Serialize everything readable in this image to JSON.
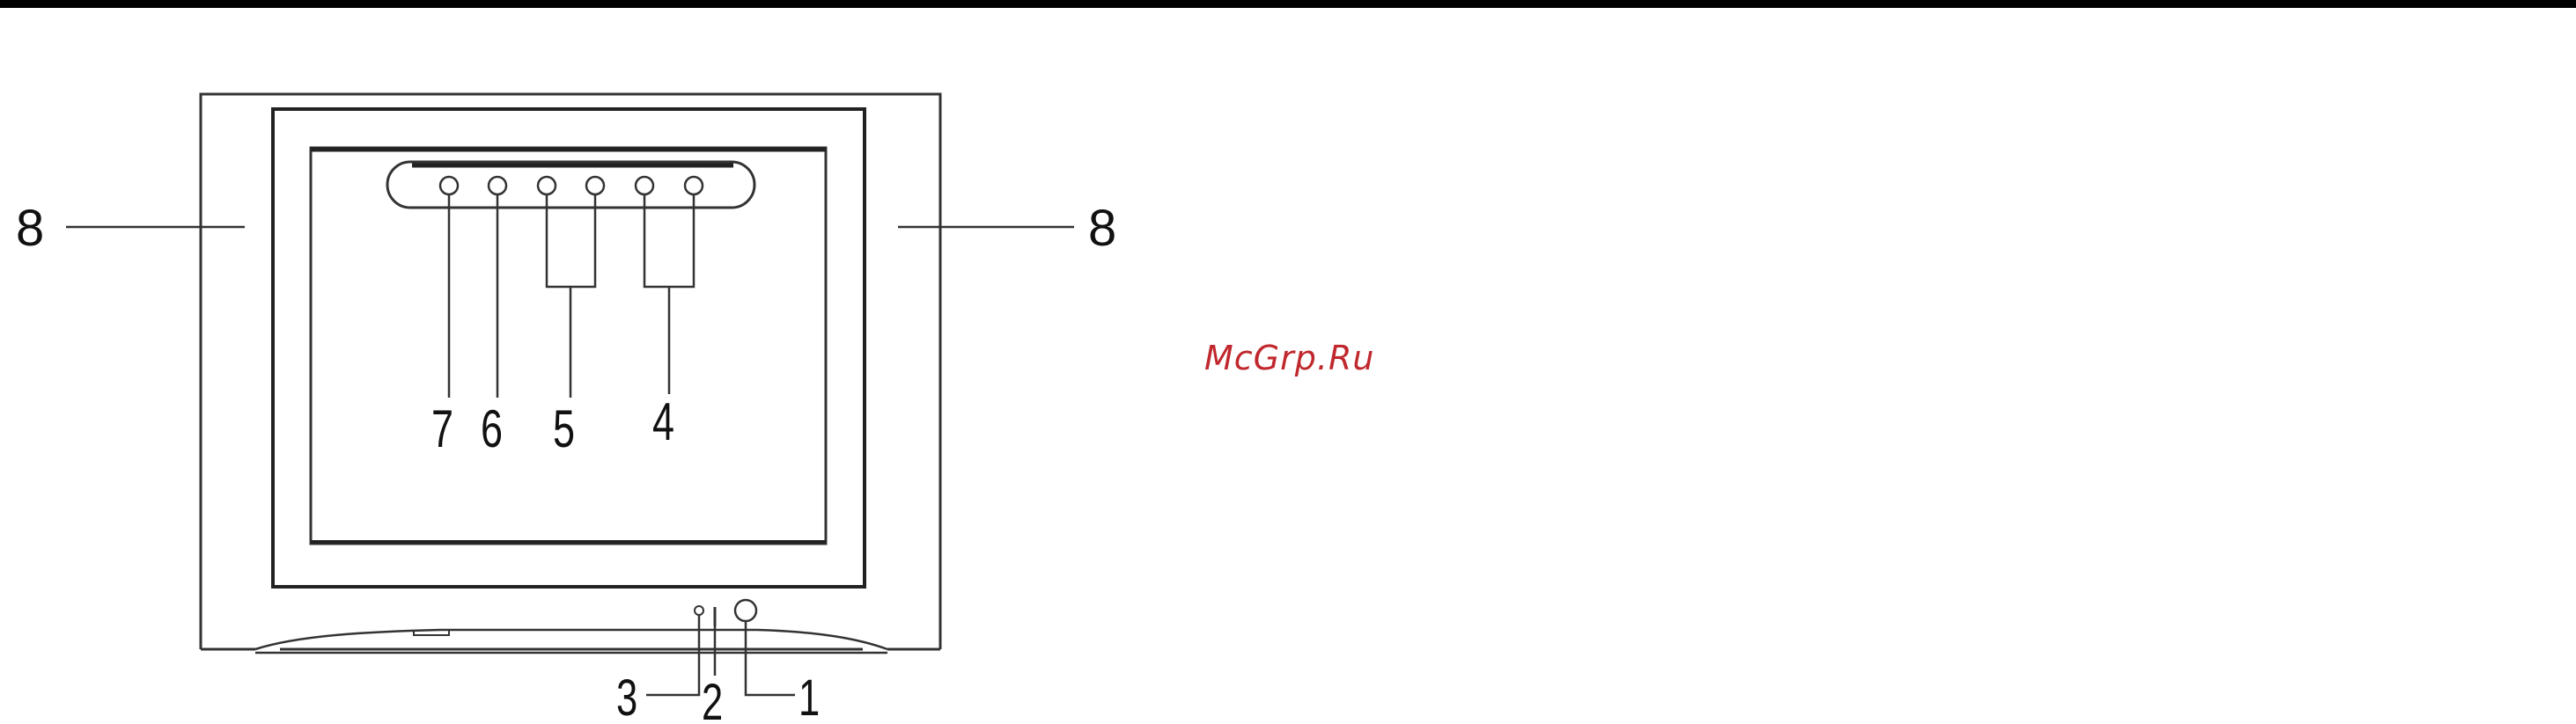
{
  "watermark": {
    "text": "McGrp.Ru",
    "color": "#c0282d"
  },
  "callouts": {
    "left_side": "8",
    "right_side": "8",
    "button_7": "7",
    "button_6": "6",
    "buttons_5": "5",
    "buttons_4": "4",
    "indicator_3": "3",
    "indicator_2": "2",
    "power_1": "1"
  }
}
